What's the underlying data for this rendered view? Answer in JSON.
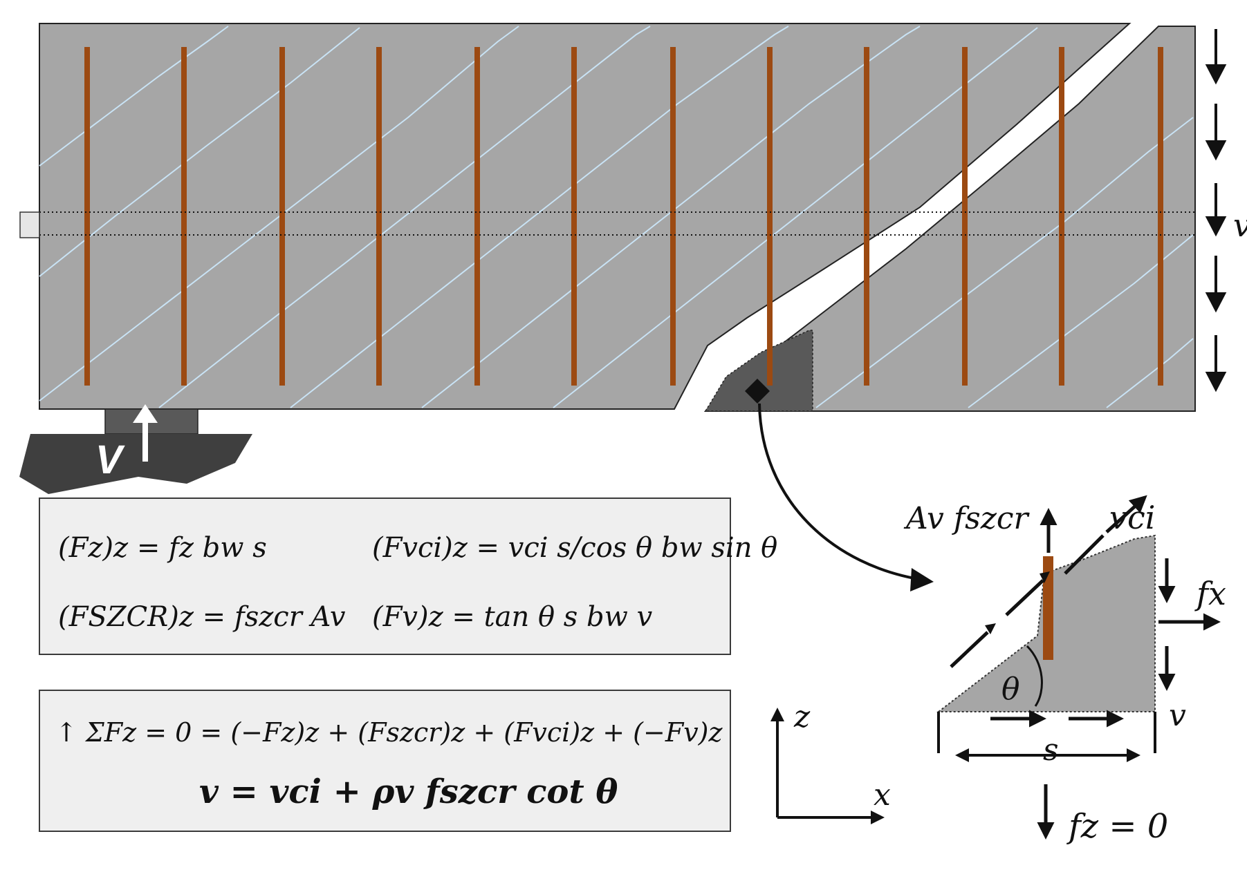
{
  "support": {
    "shear_label": "V"
  },
  "equations_box1": {
    "row1_left": "(Fz)z = fz bw s",
    "row1_right": "(Fvci)z = vci s/cos θ bw sin θ",
    "row2_left": "(FSZCR)z = fszcr Av",
    "row2_right": "(Fv)z = tan θ s bw v"
  },
  "equations_box2": {
    "equilibrium": "↑ ΣFz = 0 = (−Fz)z + (Fszcr)z + (Fvci)z + (−Fv)z",
    "result": "v = vci + ρv fszcr cot θ"
  },
  "axes": {
    "z_label": "z",
    "x_label": "x"
  },
  "free_body": {
    "stirrup_force": "Av fszcr",
    "interface_shear": "vci",
    "normal_stress_x": "fx",
    "shear_v": "v",
    "angle": "θ",
    "spacing": "s",
    "normal_stress_z": "fz = 0"
  },
  "beam_edge_label": "v",
  "colors": {
    "concrete": "#a6a6a6",
    "stirrup": "#9c4a12",
    "crack_fine": "#c9e3f5",
    "dark_block": "#595959",
    "support": "#3f3f3f"
  }
}
